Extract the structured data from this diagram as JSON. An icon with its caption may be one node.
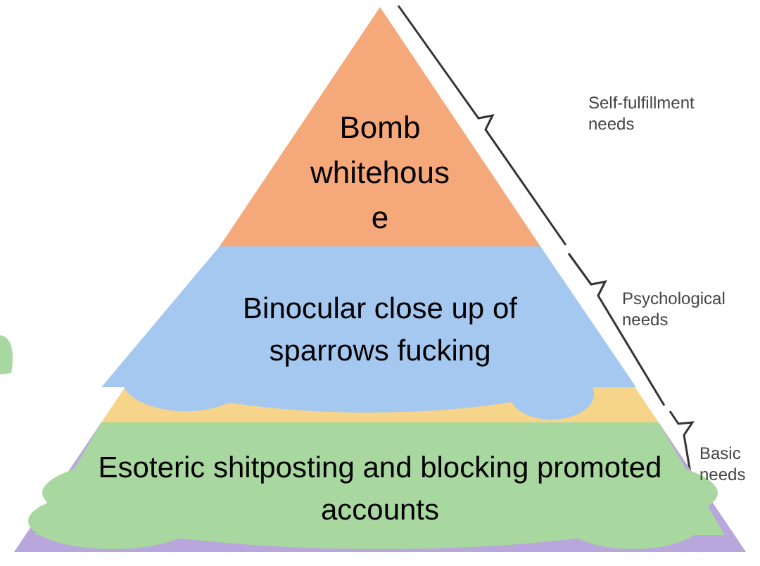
{
  "diagram": {
    "nodes": [
      {
        "text": [
          "Bomb whitehouse"
        ]
      },
      {
        "text": [
          "Binocular close up of sparrows fucking"
        ]
      },
      {
        "text": [
          "Esoteric shitposting and blocking promoted accounts"
        ]
      }
    ],
    "labels": [
      "Self-fulfillment needs",
      "Psychological needs",
      "Basic needs"
    ]
  }
}
